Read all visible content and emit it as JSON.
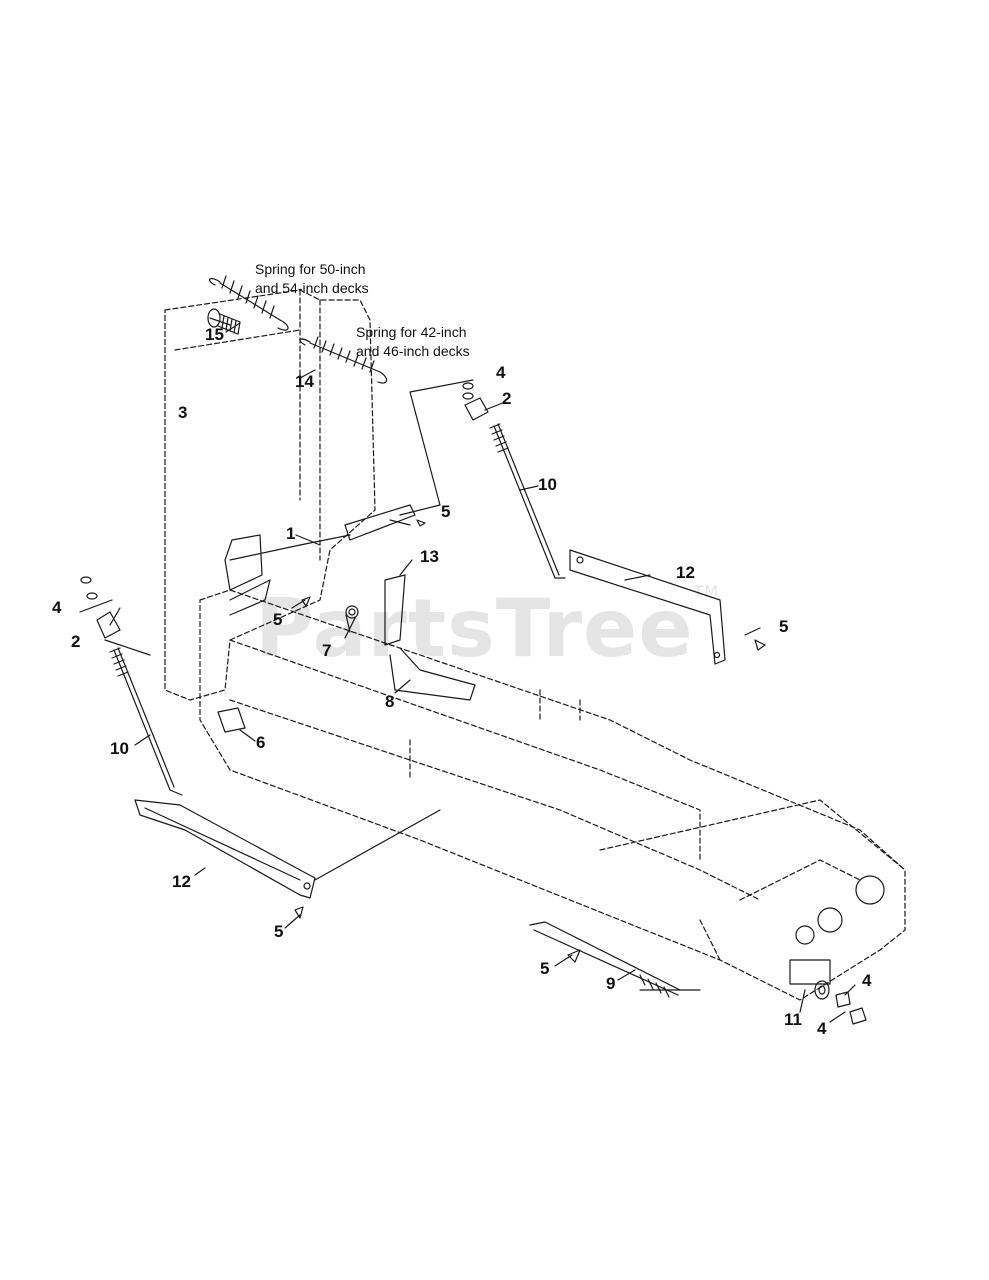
{
  "notes": {
    "spring_50_54_line1": "Spring for 50-inch",
    "spring_50_54_line2": "and 54-inch decks",
    "spring_42_46_line1": "Spring for 42-inch",
    "spring_42_46_line2": "and 46-inch decks"
  },
  "callouts": {
    "c1": "1",
    "c2a": "2",
    "c2b": "2",
    "c3": "3",
    "c4a": "4",
    "c4b": "4",
    "c4c": "4",
    "c4d": "4",
    "c5a": "5",
    "c5b": "5",
    "c5c": "5",
    "c5d": "5",
    "c5e": "5",
    "c6": "6",
    "c7": "7",
    "c8": "8",
    "c9": "9",
    "c10a": "10",
    "c10b": "10",
    "c11": "11",
    "c12a": "12",
    "c12b": "12",
    "c13": "13",
    "c14": "14",
    "c15": "15"
  },
  "watermark": {
    "text": "PartsTree",
    "mark": "TM"
  },
  "colors": {
    "line": "#1a1a1a",
    "watermark": "#cfcfcf"
  }
}
